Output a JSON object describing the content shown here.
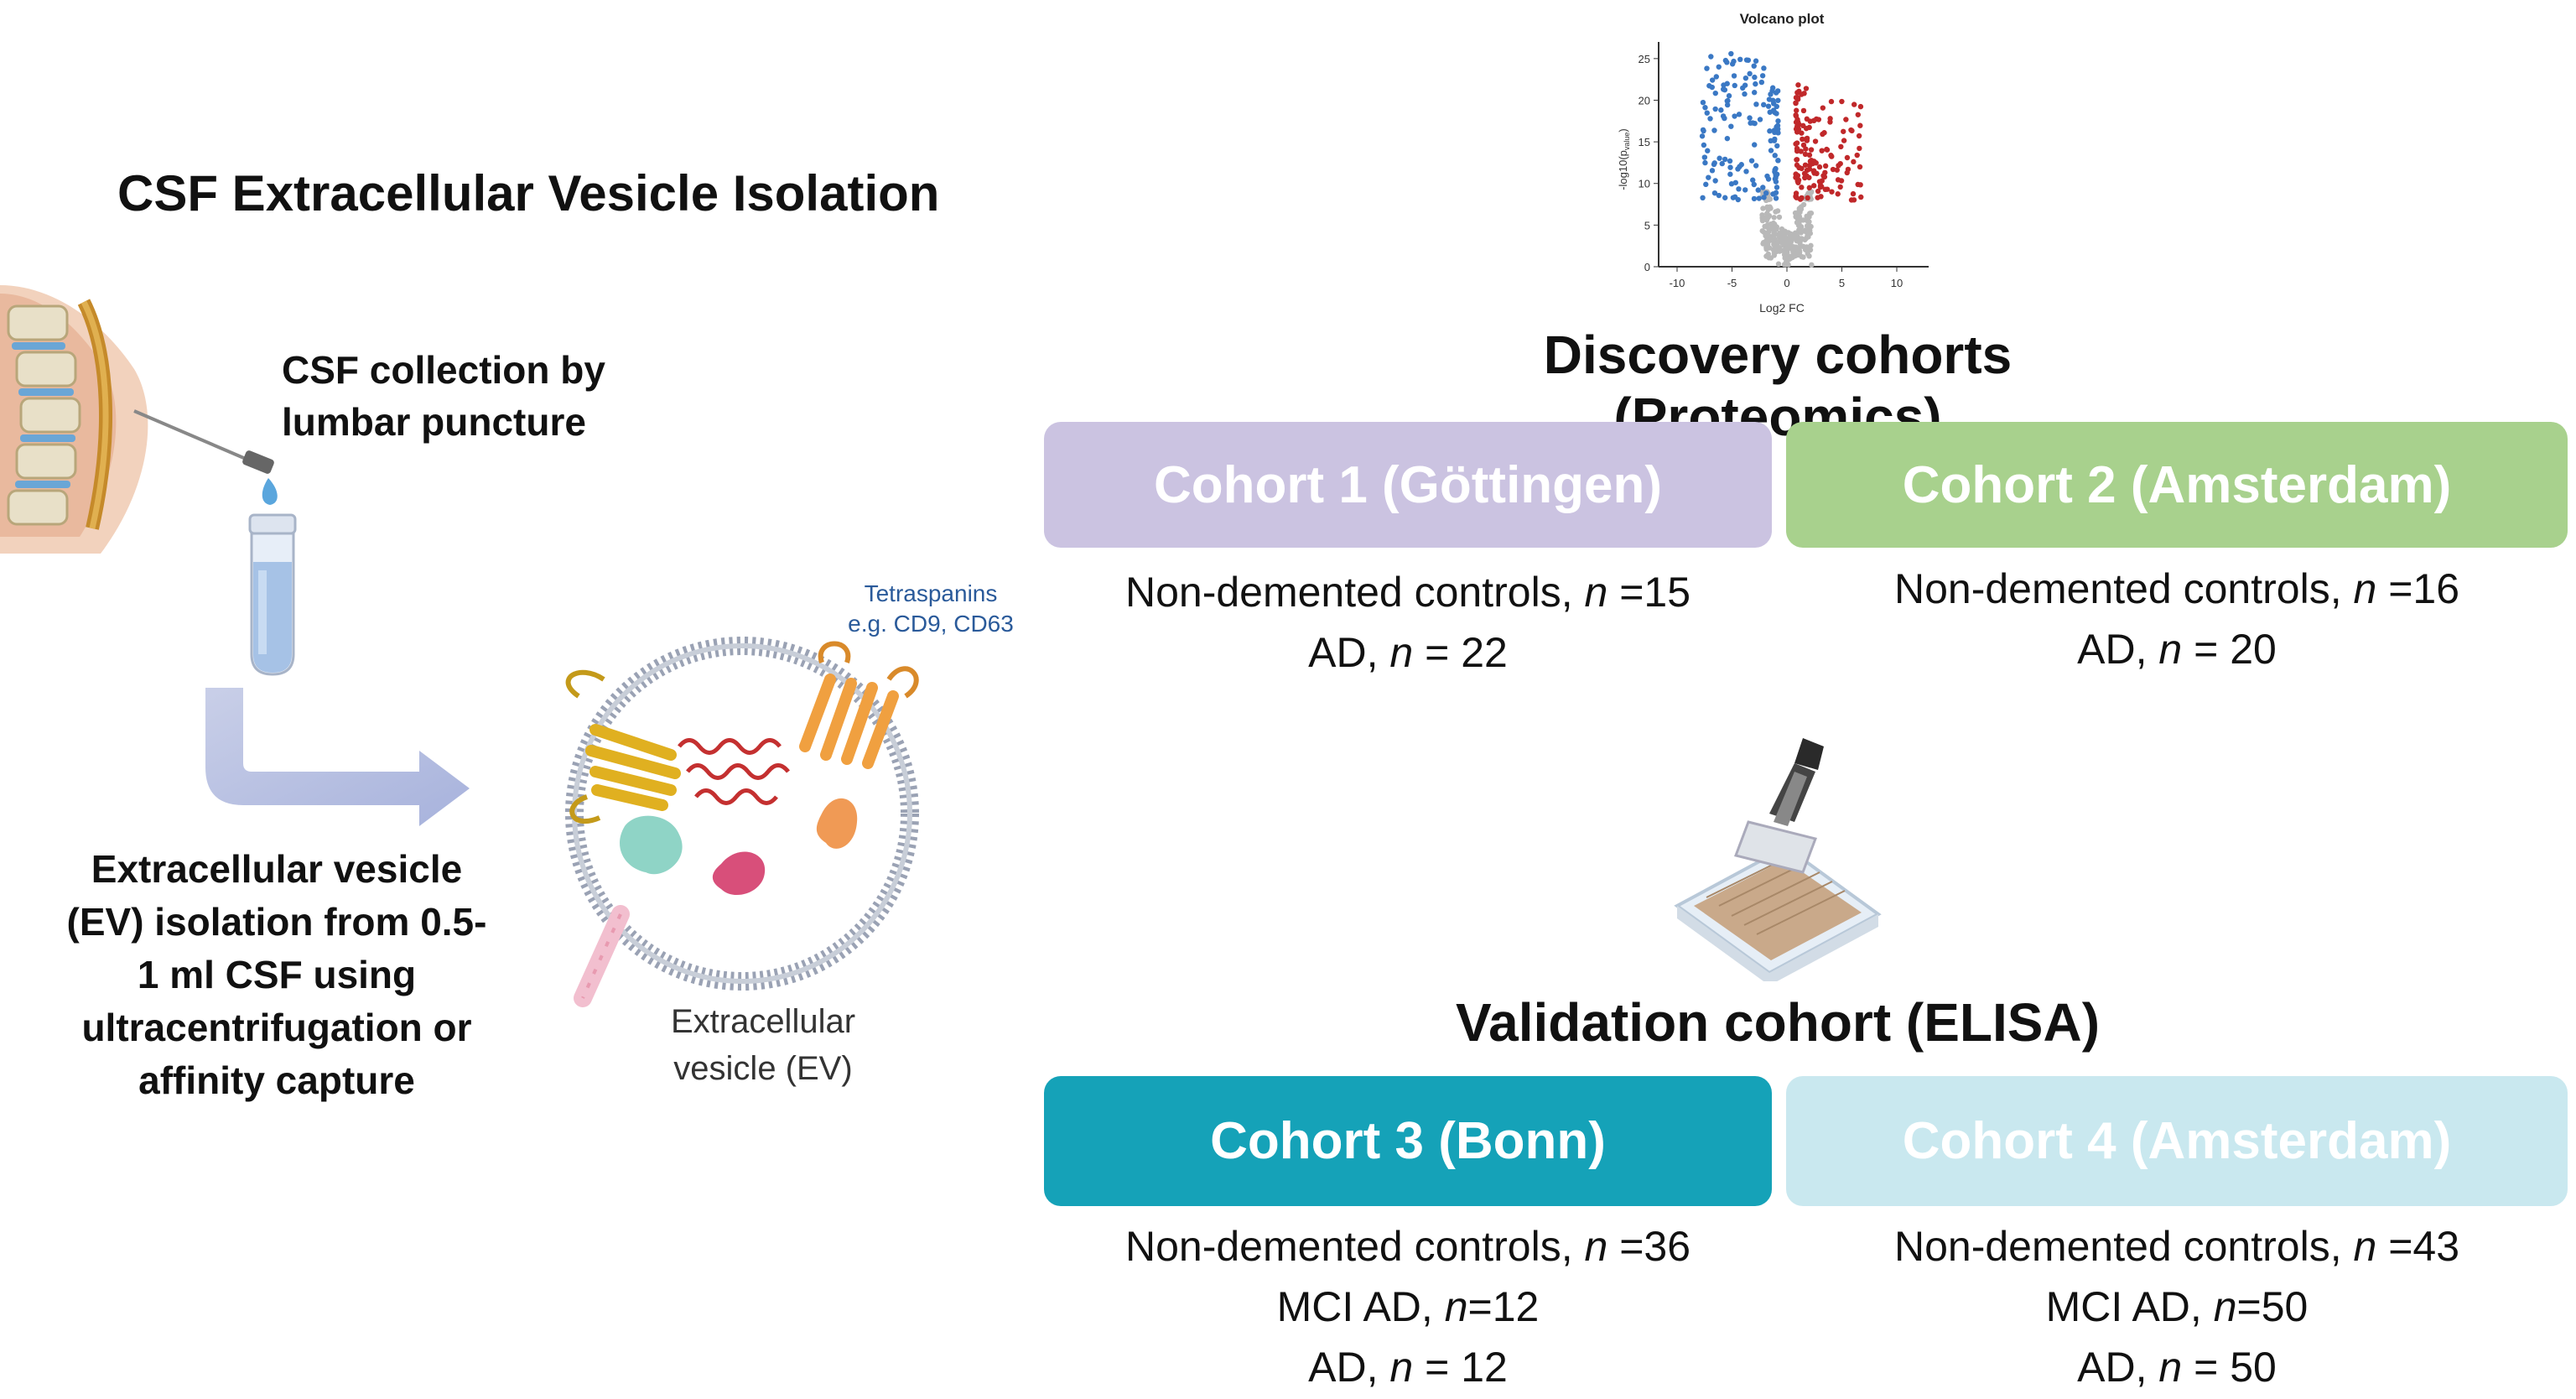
{
  "left": {
    "title": "CSF Extracellular Vesicle Isolation",
    "collection_line1": "CSF collection by",
    "collection_line2": "lumbar puncture",
    "isolation_lines": [
      "Extracellular vesicle",
      "(EV) isolation from 0.5-",
      "1 ml CSF using",
      "ultracentrifugation or",
      "affinity capture"
    ],
    "tetraspanins_line1": "Tetraspanins",
    "tetraspanins_line2": "e.g. CD9, CD63",
    "ev_line1": "Extracellular",
    "ev_line2": "vesicle (EV)"
  },
  "volcano": {
    "title": "Volcano plot",
    "ylabel": "-log10(p",
    "ylabel_sub": "value",
    "ylabel_close": ")",
    "xlabel": "Log2 FC",
    "x_ticks": [
      "-10",
      "-5",
      "0",
      "5",
      "10"
    ],
    "y_ticks": [
      "0",
      "5",
      "10",
      "15",
      "20",
      "25"
    ],
    "colors": {
      "down": "#3a78c4",
      "up": "#c0282a",
      "ns": "#b8b8b8"
    }
  },
  "discovery": {
    "heading": "Discovery cohorts (Proteomics)",
    "cohort1": {
      "name": "Cohort 1 (Göttingen)",
      "color": "#cbc3e1",
      "controls_label": "Non-demented controls, ",
      "n": "n",
      "controls_value": " =15",
      "ad_label": "AD, ",
      "ad_value": " = 22"
    },
    "cohort2": {
      "name": "Cohort 2 (Amsterdam)",
      "color": "#a8d18d",
      "controls_label": "Non-demented controls, ",
      "n": "n",
      "controls_value": " =16",
      "ad_label": "AD, ",
      "ad_value": " = 20"
    }
  },
  "validation": {
    "heading": "Validation cohort (ELISA)",
    "cohort3": {
      "name": "Cohort 3 (Bonn)",
      "color": "#15a2b8",
      "controls_label": "Non-demented controls, ",
      "n": "n",
      "controls_value": " =36",
      "mci_label": "MCI AD, ",
      "mci_value": "=12",
      "ad_label": "AD, ",
      "ad_value": " = 12"
    },
    "cohort4": {
      "name": "Cohort 4 (Amsterdam)",
      "color": "#c9e8ef",
      "controls_label": "Non-demented controls, ",
      "n": "n",
      "controls_value": " =43",
      "mci_label": "MCI AD, ",
      "mci_value": "=50",
      "ad_label": "AD, ",
      "ad_value": " = 50"
    }
  }
}
